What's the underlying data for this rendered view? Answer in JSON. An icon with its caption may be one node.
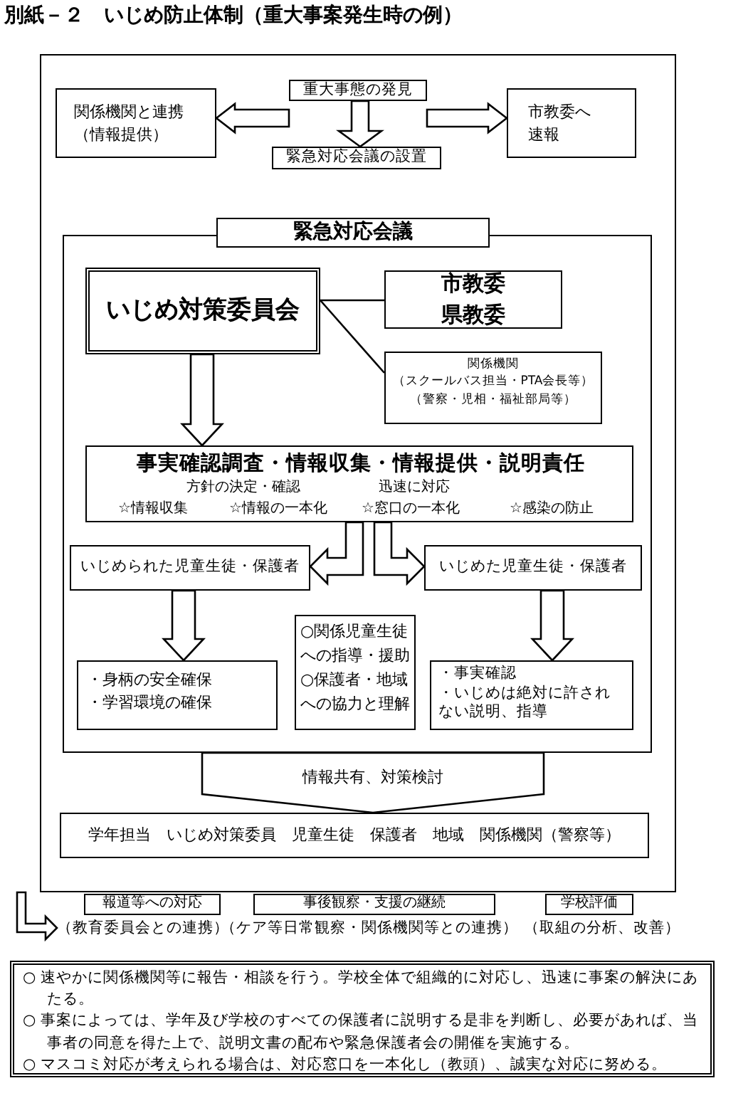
{
  "diagram": {
    "title": "別紙－２　いじめ防止体制（重大事案発生時の例）",
    "nodes": [
      {
        "text": [],
        "shape": "box"
      },
      {
        "text": [
          "重大事態の発見"
        ],
        "in": 0
      },
      {
        "text": [
          "関係機関と連携（情報提供）"
        ],
        "in": 0
      },
      {
        "text": [
          "市教委へ速報"
        ],
        "in": 0
      },
      {
        "text": [
          "緊急対応会議の設置"
        ],
        "in": 0
      },
      {
        "text": [
          "緊急対応会議"
        ],
        "in": 0
      },
      {
        "text": [
          "いじめ対策委員会"
        ],
        "in": 5
      },
      {
        "text": [
          "市教委県教委"
        ],
        "in": 5
      },
      {
        "text": [
          "関係機関",
          "（スクールバス担当・PTA会長等）（警察・児相・福祉部局等）"
        ],
        "in": 5
      },
      {
        "text": [
          "事実確認調査・情報収集・情報提供・説明責任",
          "方針の決定・確認",
          "迅速に対応",
          "☆情報収集",
          "☆情報の一本化",
          "☆窓口の一本化",
          "☆感染の防止"
        ],
        "in": 5
      },
      {
        "text": [
          "いじめられた児童生徒・保護者"
        ],
        "in": 5
      },
      {
        "text": [
          "いじめた児童生徒・保護者"
        ],
        "in": 5
      },
      {
        "text": [
          "・身柄の安全確保",
          "・学習環境の確保"
        ],
        "in": 5
      },
      {
        "text": [
          "○関係児童生徒への指導・援助",
          "○保護者・地域への協力と理解"
        ],
        "in": 5
      },
      {
        "text": [
          "・事実確認",
          "・いじめは絶対に許されない説明、指導"
        ],
        "in": 5
      },
      {
        "text": [
          "学年担当　いじめ対策委員　児童生徒　保護者　地域　関係機関（警察等）"
        ],
        "in": 0
      },
      {
        "text": [
          "報道等への対応"
        ],
        "beside": [
          "（教育委員会との連携）"
        ]
      },
      {
        "text": [
          "事後観察・支援の継続"
        ],
        "beside": [
          "（ケア等日常観察・関係機関等との連携）"
        ]
      },
      {
        "text": [
          "学校評価"
        ],
        "beside": [
          "（取組の分析、改善）"
        ]
      },
      {
        "text": [
          "○ 速やかに関係機関等に報告・相談を行う。学校全体で組織的に対応し、迅速に事案の解決にあたる。",
          "○ 事案によっては、学年及び学校のすべての保護者に説明する是非を判断し、必要があれば、当事者の同意を得た上で、説明文書の配布や緊急保護者会の開催を実施する。",
          "○ マスコミ対応が考えられる場合は、対応窓口を一本化し（教頭）、誠実な対応に努める。"
        ]
      }
    ],
    "edges": [
      {
        "from": 1,
        "to": 2,
        "arrow": "to"
      },
      {
        "from": 1,
        "to": 3,
        "arrow": "to"
      },
      {
        "from": 1,
        "to": 4,
        "arrow": "to"
      },
      {
        "from": 6,
        "to": 7,
        "arrow": "none"
      },
      {
        "from": 6,
        "to": 8,
        "arrow": "none"
      },
      {
        "from": 6,
        "to": 9,
        "arrow": "to"
      },
      {
        "from": 9,
        "to": 10,
        "arrow": "to"
      },
      {
        "from": 9,
        "to": 11,
        "arrow": "to"
      },
      {
        "from": 10,
        "to": 12,
        "arrow": "to"
      },
      {
        "from": 11,
        "to": 14,
        "arrow": "to"
      },
      {
        "from": 5,
        "to": 15,
        "arrow": "to",
        "label": "情報共有、対策検討"
      },
      {
        "from": 0,
        "to": 16,
        "arrow": "to"
      }
    ]
  }
}
